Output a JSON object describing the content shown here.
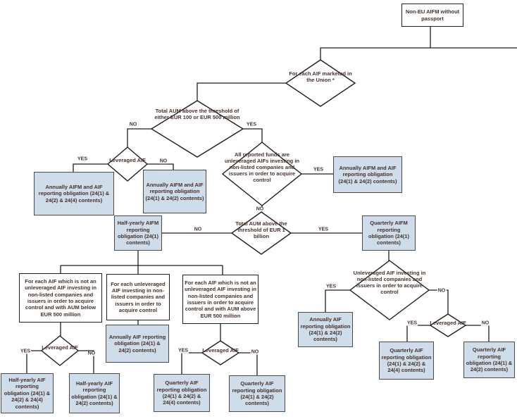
{
  "diagram": {
    "title": "Non-EU AIFM reporting obligations flowchart",
    "labels": {
      "yes": "YES",
      "no": "NO"
    },
    "colors": {
      "box_fill": "#cfdce9",
      "box_border": "#4a4a4a",
      "diamond_fill": "#ffffff",
      "line": "#1c1c1c",
      "text": "#46322b"
    },
    "nodes": {
      "start": {
        "label": "Non-EU AIFM without passport"
      },
      "d_marketed": {
        "label": "For each AIF marketed in the Union *"
      },
      "d_aum_threshold": {
        "label": "Total AUM above the threshold of either EUR 100 or EUR 500 million"
      },
      "d_leveraged_1": {
        "label": "Leveraged AIF"
      },
      "annual_aifm_aif_244": {
        "label": "Annually AIFM and AIF reporting obligation (24(1) & 24(2) & 24(4) contents)"
      },
      "annual_aifm_aif_242_left": {
        "label": "Annually AIFM and AIF reporting obligation (24(1) & 24(2) contents)"
      },
      "d_all_unleveraged": {
        "label": "All reported funds are unleveraged AIFs investing in non-listed companies and issuers in order to acquire control"
      },
      "annual_aifm_aif_242_right": {
        "label": "Annually AIFM and AIF reporting obligation (24(1) & 24(2) contents)"
      },
      "d_aum_1bn": {
        "label": "Total AUM above the threshold of EUR 1 billion"
      },
      "halfyearly_aifm": {
        "label": "Half-yearly AIFM reporting obligation (24(1) contents)"
      },
      "quarterly_aifm": {
        "label": "Quarterly AIFM reporting obligation (24(1) contents)"
      },
      "cond_aum_below": {
        "label": "For each AIF which is not an unleveraged AIF investing in non-listed companies and issuers in order to acquire control and with AUM below EUR 500 million"
      },
      "cond_unleveraged": {
        "label": "For each unleveraged AIF investing in non-listed companies and issuers in order to acquire control"
      },
      "cond_aum_above": {
        "label": "For each AIF which is not an unleveraged AIF investing in non-listed companies and issuers in order to acquire control and with AUM above EUR 500 million"
      },
      "annual_aif_mid": {
        "label": "Annually AIF reporting obligation (24(1) & 24(2) contents)"
      },
      "d_leveraged_2": {
        "label": "Leveraged AIF"
      },
      "halfyearly_aif_244": {
        "label": "Half-yearly AIF reporting obligation (24(1) & 24(2) & 24(4) contents)"
      },
      "halfyearly_aif_242": {
        "label": "Half-yearly AIF reporting obligation (24(1) & 24(2) contents)"
      },
      "d_leveraged_3": {
        "label": "Leveraged AIF"
      },
      "quarterly_aif_244_mid": {
        "label": "Quarterly AIF reporting obligation (24(1) & 24(2) & 24(4) contents)"
      },
      "quarterly_aif_242_mid": {
        "label": "Quarterly AIF reporting obligation (24(1) & 24(2) contents)"
      },
      "d_unleveraged_right": {
        "label": "Unleveraged AIF investing in non-listed companies and issuers in order to acquire control"
      },
      "annual_aif_right": {
        "label": "Annually AIF reporting obligation (24(1) & 24(2) contents)"
      },
      "d_leveraged_4": {
        "label": "Leveraged AIF"
      },
      "quarterly_aif_244_right": {
        "label": "Quarterly AIF reporting obligation (24(1) & 24(2) & 24(4) contents)"
      },
      "quarterly_aif_242_right": {
        "label": "Quarterly AIF reporting obligation (24(1) & 24(2) contents)"
      }
    }
  }
}
